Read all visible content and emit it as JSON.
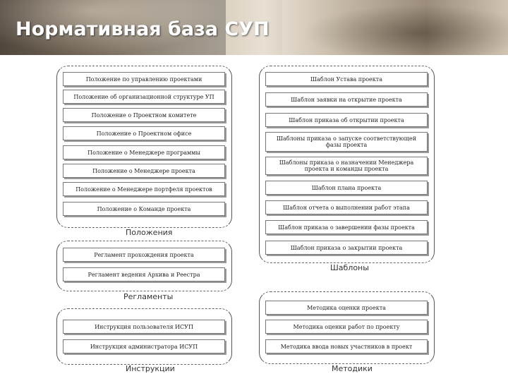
{
  "title": "Нормативная база СУП",
  "groups": {
    "polozheniya": {
      "label": "Положения",
      "items": [
        "Положение по управлению проектами",
        "Положение об организационной структуре УП",
        "Положение о Проектном комитете",
        "Положение о Проектном офисе",
        "Положение о Менеджере программы",
        "Положение о Менеджере проекта",
        "Положение о Менеджере портфеля проектов",
        "Положение о Команде проекта"
      ]
    },
    "reglamenty": {
      "label": "Регламенты",
      "items": [
        "Регламент прохождения проекта",
        "Регламент ведения Архива и Реестра"
      ]
    },
    "instrukcii": {
      "label": "Инструкции",
      "items": [
        "Инструкция пользователя ИСУП",
        "Инструкция администратора ИСУП"
      ]
    },
    "shablony": {
      "label": "Шаблоны",
      "items": [
        "Шаблон Устава проекта",
        "Шаблон заявки на открытие проекта",
        "Шаблон приказа об открытии проекта",
        "Шаблоны приказа о запуске соответствующей фазы проекта",
        "Шаблоны приказа о назначении Менеджера проекта и команды проекта",
        "Шаблон плана проекта",
        "Шаблон отчета о выполнении работ этапа",
        "Шаблон приказа о завершении фазы проекта",
        "Шаблон приказа о закрытии проекта"
      ]
    },
    "metodiki": {
      "label": "Методики",
      "items": [
        "Методика оценки проекта",
        "Методика оценки работ по проекту",
        "Методика ввода новых участников в проект"
      ]
    }
  }
}
